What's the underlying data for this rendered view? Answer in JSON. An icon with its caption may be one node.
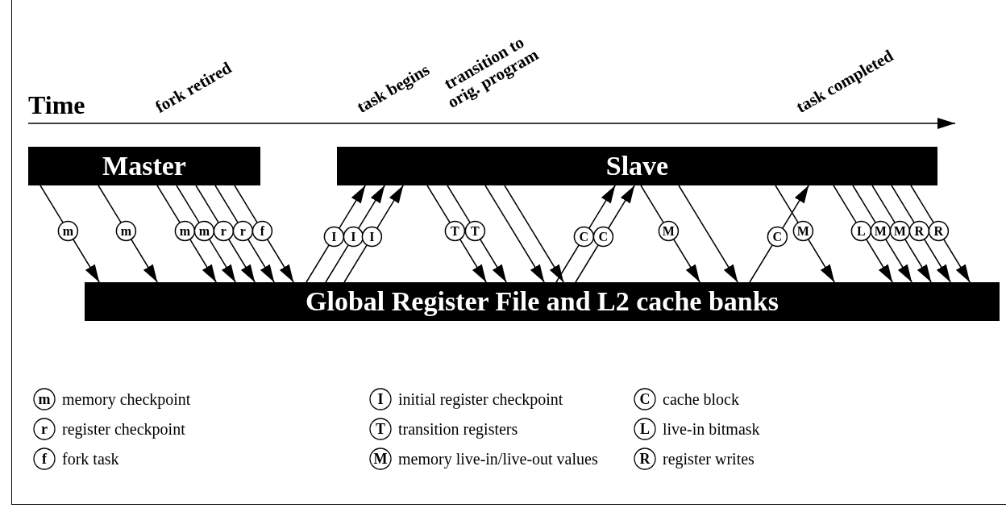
{
  "diagram": {
    "nodes": [
      {
        "text": [
          "Master"
        ]
      },
      {
        "text": [
          "Slave"
        ]
      },
      {
        "text": [
          "Global Register File and L2 cache banks"
        ]
      }
    ],
    "edges": [
      {
        "from": 0,
        "to": 2,
        "arrow": "to",
        "label": "m"
      },
      {
        "from": 0,
        "to": 2,
        "arrow": "to",
        "label": "m"
      },
      {
        "from": 0,
        "to": 2,
        "arrow": "to",
        "label": "m"
      },
      {
        "from": 0,
        "to": 2,
        "arrow": "to",
        "label": "m"
      },
      {
        "from": 0,
        "to": 2,
        "arrow": "to",
        "label": "r"
      },
      {
        "from": 0,
        "to": 2,
        "arrow": "to",
        "label": "r"
      },
      {
        "from": 0,
        "to": 2,
        "arrow": "to",
        "label": "f"
      },
      {
        "from": 2,
        "to": 1,
        "arrow": "to",
        "label": "I"
      },
      {
        "from": 2,
        "to": 1,
        "arrow": "to",
        "label": "I"
      },
      {
        "from": 2,
        "to": 1,
        "arrow": "to",
        "label": "I"
      },
      {
        "from": 1,
        "to": 2,
        "arrow": "to",
        "label": "T"
      },
      {
        "from": 1,
        "to": 2,
        "arrow": "to",
        "label": "T"
      },
      {
        "from": 1,
        "to": 2,
        "arrow": "to"
      },
      {
        "from": 1,
        "to": 2,
        "arrow": "to"
      },
      {
        "from": 2,
        "to": 1,
        "arrow": "to",
        "label": "C"
      },
      {
        "from": 2,
        "to": 1,
        "arrow": "to",
        "label": "C"
      },
      {
        "from": 1,
        "to": 2,
        "arrow": "to",
        "label": "M"
      },
      {
        "from": 1,
        "to": 2,
        "arrow": "to"
      },
      {
        "from": 2,
        "to": 1,
        "arrow": "to",
        "label": "C"
      },
      {
        "from": 1,
        "to": 2,
        "arrow": "to",
        "label": "M"
      },
      {
        "from": 1,
        "to": 2,
        "arrow": "to",
        "label": "L"
      },
      {
        "from": 1,
        "to": 2,
        "arrow": "to",
        "label": "M"
      },
      {
        "from": 1,
        "to": 2,
        "arrow": "to",
        "label": "M"
      },
      {
        "from": 1,
        "to": 2,
        "arrow": "to",
        "label": "R"
      },
      {
        "from": 1,
        "to": 2,
        "arrow": "to",
        "label": "R"
      }
    ],
    "labels": [
      "Time",
      "fork retired",
      "task begins",
      "transition to orig. program",
      "task completed",
      "m",
      "I",
      "C",
      "r",
      "T",
      "L",
      "f",
      "M",
      "R"
    ],
    "legend": [
      {
        "text": "memory checkpoint"
      },
      {
        "text": "initial register checkpoint"
      },
      {
        "text": "cache block"
      },
      {
        "text": "register checkpoint"
      },
      {
        "text": "transition registers"
      },
      {
        "text": "live-in bitmask"
      },
      {
        "text": "fork task"
      },
      {
        "text": "memory live-in/live-out values"
      },
      {
        "text": "register writes"
      }
    ]
  }
}
